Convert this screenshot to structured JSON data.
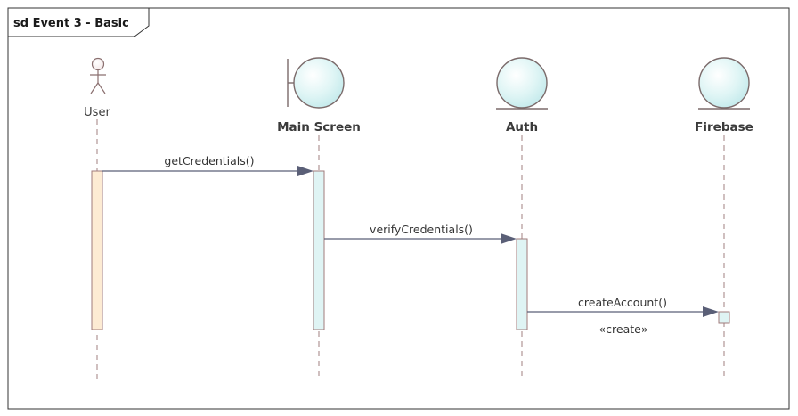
{
  "frame": {
    "title": "sd Event 3 - Basic"
  },
  "participants": {
    "user": {
      "label": "User",
      "kind": "actor"
    },
    "main_screen": {
      "label": "Main Screen",
      "kind": "boundary"
    },
    "auth": {
      "label": "Auth",
      "kind": "entity"
    },
    "firebase": {
      "label": "Firebase",
      "kind": "entity"
    }
  },
  "messages": {
    "get_credentials": {
      "label": "getCredentials()",
      "from": "User",
      "to": "Main Screen"
    },
    "verify_credentials": {
      "label": "verifyCredentials()",
      "from": "Main Screen",
      "to": "Auth"
    },
    "create_account": {
      "label": "createAccount()",
      "from": "Auth",
      "to": "Firebase",
      "stereotype": "«create»"
    }
  },
  "colors": {
    "frame_border": "#333333",
    "lifeline_dash": "#b09595",
    "activation_user": "#fdebd3",
    "activation_other": "#dff4f4",
    "activation_border": "#a07b7b",
    "participant_fill": "#c9eeef",
    "participant_stroke": "#7b6a6a",
    "arrow": "#5a5f77"
  }
}
